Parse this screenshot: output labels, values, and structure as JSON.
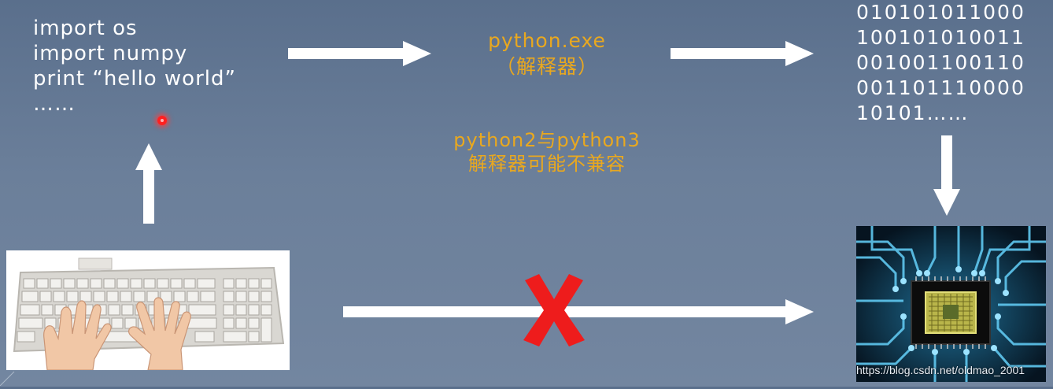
{
  "source_code": {
    "lines": [
      "import os",
      "import numpy",
      "print “hello world”",
      "……"
    ]
  },
  "interpreter": {
    "name": "python.exe",
    "label": "（解释器）"
  },
  "compatibility_note": {
    "line1": "python2与python3",
    "line2": "解释器可能不兼容"
  },
  "machine_code": {
    "lines": [
      "010101011000",
      "100101010011",
      "001001100110",
      "001101110000",
      "10101……"
    ]
  },
  "watermark": "https://blog.csdn.net/oldmao_2001",
  "colors": {
    "background": "#627693",
    "highlight_text": "#e9a81f",
    "arrow": "#ffffff",
    "cross": "#ee1c1c"
  },
  "icons": {
    "blocked_path": "red-x-cross-icon",
    "pointer": "laser-pointer-dot"
  }
}
